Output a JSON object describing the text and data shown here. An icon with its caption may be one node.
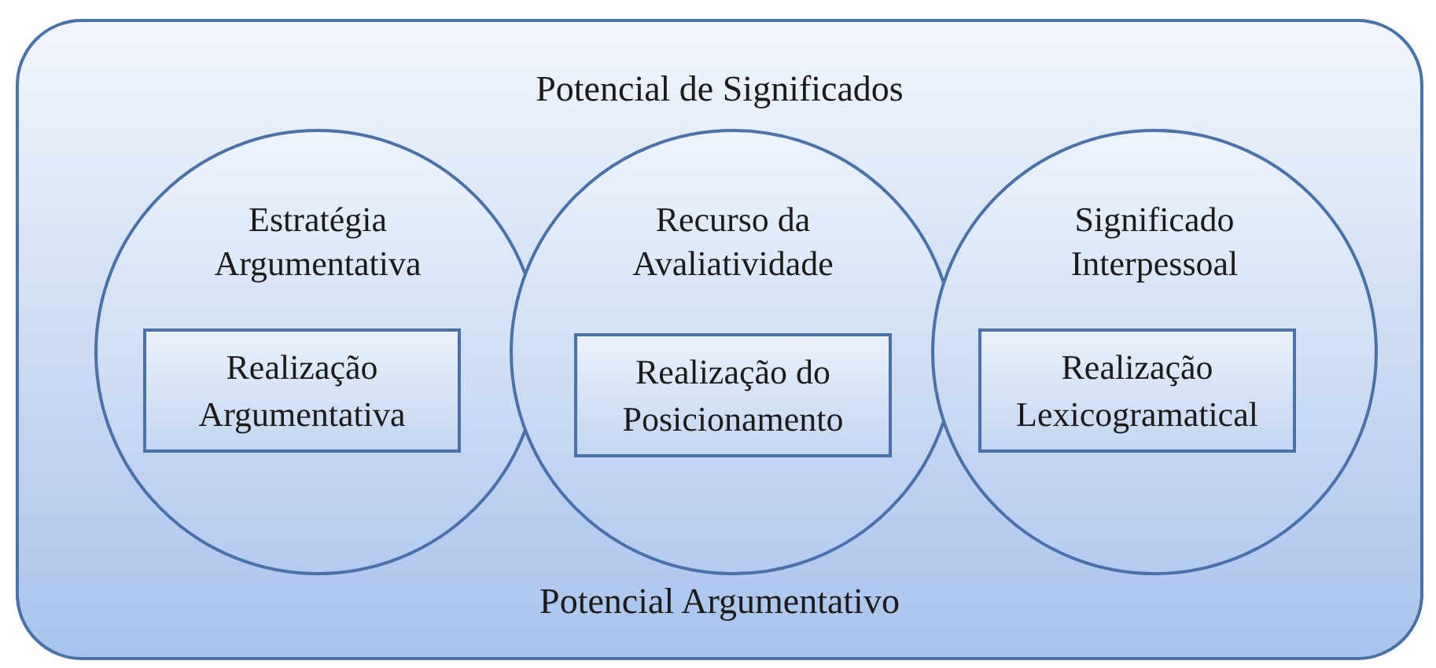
{
  "diagram": {
    "nodes": [
      {
        "text": [
          "Potencial de Significados",
          "Potencial Argumentativo"
        ]
      },
      {
        "text": [
          "Estratégia Argumentativa"
        ],
        "in": 0
      },
      {
        "text": [
          "Realização Argumentativa"
        ],
        "in": 1
      },
      {
        "text": [
          "Recurso da Avaliatividade"
        ],
        "in": 0
      },
      {
        "text": [
          "Realização do Posicionamento"
        ],
        "in": 3
      },
      {
        "text": [
          "Significado Interpessoal"
        ],
        "in": 0
      },
      {
        "text": [
          "Realização Lexicogramatical"
        ],
        "in": 5
      }
    ]
  }
}
